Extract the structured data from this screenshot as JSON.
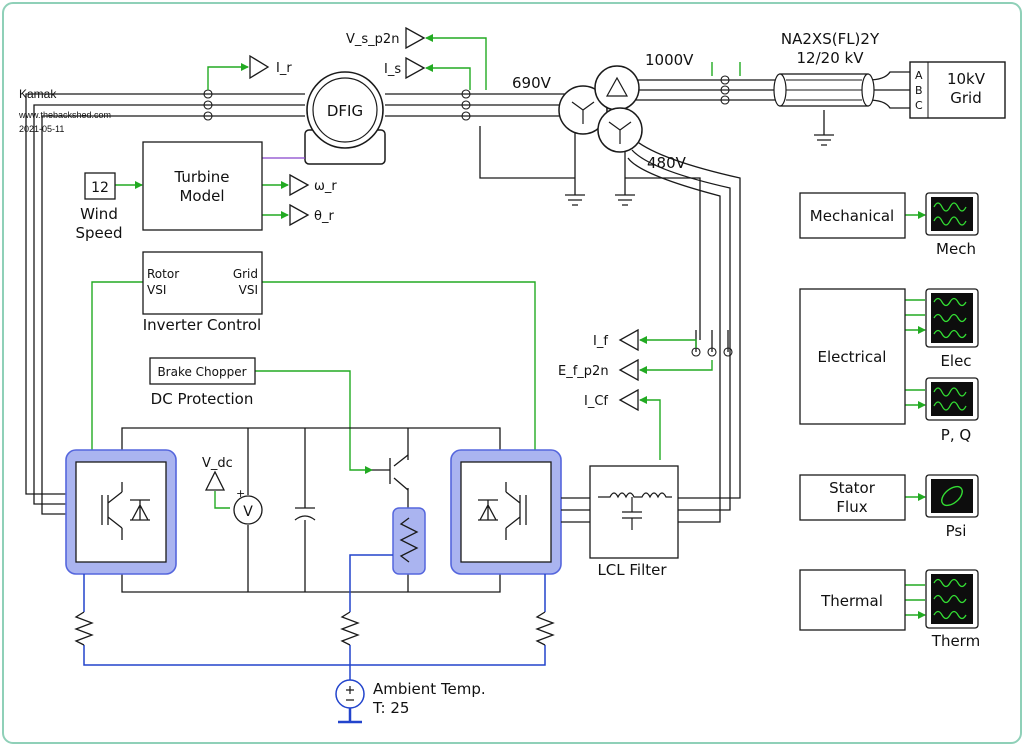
{
  "watermark": {
    "line1": "Kamak",
    "line2": "www.thebackshed.com",
    "line3": "2021-05-11"
  },
  "labels": {
    "dfig": "DFIG",
    "i_r": "I_r",
    "v_s_p2n": "V_s_p2n",
    "i_s": "I_s",
    "v690": "690V",
    "v1000": "1000V",
    "v480": "480V",
    "cable_line1": "NA2XS(FL)2Y",
    "cable_line2": "12/20 kV",
    "phase_a": "A",
    "phase_b": "B",
    "phase_c": "C",
    "grid_line1": "10kV",
    "grid_line2": "Grid",
    "wind_value": "12",
    "wind_line1": "Wind",
    "wind_line2": "Speed",
    "turbine_line1": "Turbine",
    "turbine_line2": "Model",
    "omega_r": "ω_r",
    "theta_r": "θ_r",
    "rotor_vsi_1": "Rotor",
    "rotor_vsi_2": "VSI",
    "grid_vsi_1": "Grid",
    "grid_vsi_2": "VSI",
    "inverter_control": "Inverter Control",
    "brake_chopper": "Brake Chopper",
    "dc_protection": "DC Protection",
    "v_dc": "V_dc",
    "voltmeter": "V",
    "plus": "+",
    "i_f": "I_f",
    "e_f_p2n": "E_f_p2n",
    "i_cf": "I_Cf",
    "lcl_filter": "LCL Filter",
    "ambient_line1": "Ambient Temp.",
    "ambient_line2": "T: 25"
  },
  "scopes": [
    {
      "block": "Mechanical",
      "block2": "",
      "label": "Mech"
    },
    {
      "block": "Electrical",
      "block2": "",
      "label": "Elec"
    },
    {
      "block": "",
      "block2": "",
      "label": "P, Q"
    },
    {
      "block": "Stator",
      "block2": "Flux",
      "label": "Psi"
    },
    {
      "block": "Thermal",
      "block2": "",
      "label": "Therm"
    }
  ],
  "colors": {
    "wire": "#1a1a1a",
    "signal": "#22aa22",
    "thermal": "#2244cc",
    "module_fill": "#aab4f0",
    "module_border": "#5566dd",
    "scope_bg": "#0d0d0d",
    "scope_trace": "#33dd33",
    "outer_border": "#8fd0b8",
    "purple_link": "#8844cc"
  }
}
